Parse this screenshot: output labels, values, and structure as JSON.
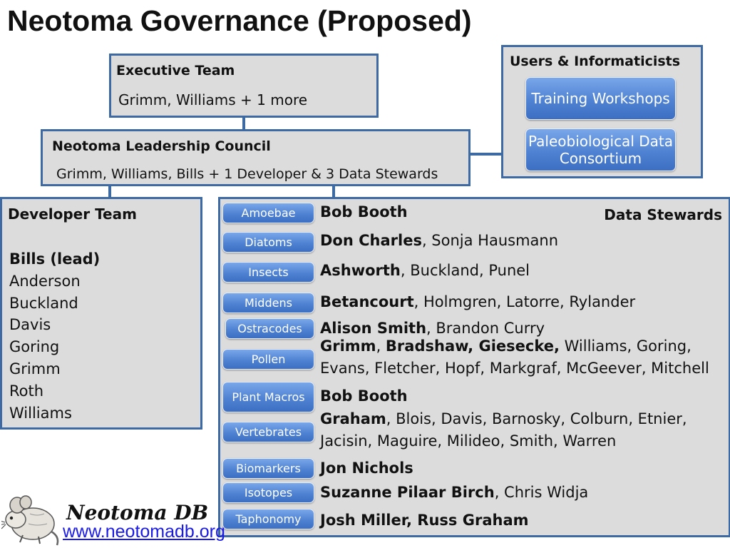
{
  "title": "Neotoma Governance (Proposed)",
  "executive": {
    "title": "Executive Team",
    "members": "Grimm, Williams + 1 more"
  },
  "council": {
    "title": "Neotoma Leadership Council",
    "members": "Grimm, Williams, Bills + 1 Developer & 3 Data Stewards"
  },
  "users": {
    "title": "Users & Informaticists",
    "items": [
      "Training Workshops",
      "Paleobiological Data Consortium"
    ]
  },
  "developers": {
    "title": "Developer Team",
    "lead": "Bills (lead)",
    "members": [
      "Anderson",
      "Buckland",
      "Davis",
      "Goring",
      "Grimm",
      "Roth",
      "Williams"
    ]
  },
  "stewards": {
    "title": "Data Stewards",
    "groups": [
      "Amoebae",
      "Diatoms",
      "Insects",
      "Middens",
      "Ostracodes",
      "Pollen",
      "Plant Macros",
      "Vertebrates",
      "Biomarkers",
      "Isotopes",
      "Taphonomy"
    ],
    "lines": [
      {
        "bold": "Bob Booth",
        "rest": ""
      },
      {
        "bold": "Don Charles",
        "rest": ", Sonja Hausmann"
      },
      {
        "bold": "Ashworth",
        "rest": ", Buckland, Punel"
      },
      {
        "bold": "Betancourt",
        "rest": ", Holmgren, Latorre, Rylander"
      },
      {
        "bold": "Alison Smith",
        "rest": ", Brandon Curry"
      },
      {
        "bold": "Grimm",
        "rest": ", "
      },
      {
        "bold": "Bradshaw, Giesecke,",
        "rest": " Williams,  Goring,"
      },
      {
        "bold": "",
        "rest": "Evans, Fletcher, Hopf, Markgraf, McGeever, Mitchell"
      },
      {
        "bold": "Bob Booth",
        "rest": ""
      },
      {
        "bold": "Graham",
        "rest": ", Blois, Davis, Barnosky, Colburn, Etnier,"
      },
      {
        "bold": "",
        "rest": "Jacisin, Maguire, Milideo, Smith, Warren"
      },
      {
        "bold": "Jon Nichols",
        "rest": ""
      },
      {
        "bold": "Suzanne Pilaar Birch",
        "rest": ", Chris Widja"
      },
      {
        "bold": "Josh Miller, Russ Graham",
        "rest": ""
      }
    ]
  },
  "logo": {
    "name": "Neotoma DB",
    "url": "www.neotomadb.org"
  },
  "colors": {
    "box_border": "#3d6aa3",
    "box_fill": "#dcdcdc",
    "pill": "#4f82d2",
    "link": "#1a1ae6"
  }
}
